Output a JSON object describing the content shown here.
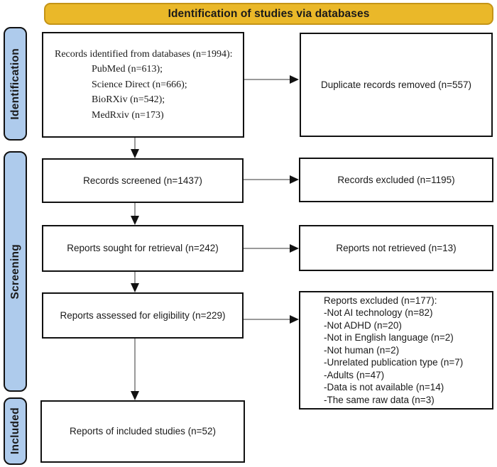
{
  "banner": {
    "label": "Identification of studies via databases"
  },
  "stages": [
    {
      "label": "Identification"
    },
    {
      "label": "Screening"
    },
    {
      "label": "Included"
    }
  ],
  "boxes": {
    "records_identified": {
      "line1": "Records identified from databases (n=1994):",
      "items": [
        "PubMed (n=613);",
        "Science Direct (n=666);",
        "BioRXiv (n=542);",
        "MedRxiv (n=173)"
      ]
    },
    "duplicates_removed": {
      "label": "Duplicate records removed (n=557)"
    },
    "records_screened": {
      "label": "Records screened (n=1437)"
    },
    "records_excluded": {
      "label": "Records excluded (n=1195)"
    },
    "reports_sought": {
      "label": "Reports sought for retrieval (n=242)"
    },
    "reports_not_retrieved": {
      "label": "Reports not retrieved (n=13)"
    },
    "reports_assessed": {
      "label": "Reports assessed for eligibility (n=229)"
    },
    "reports_excluded": {
      "title": "Reports excluded (n=177):",
      "items": [
        "-Not AI technology (n=82)",
        "-Not ADHD (n=20)",
        "-Not in English language (n=2)",
        "-Not human (n=2)",
        "-Unrelated publication type (n=7)",
        "-Adults (n=47)",
        "-Data is not available (n=14)",
        "-The same raw data (n=3)"
      ]
    },
    "included_studies": {
      "label": "Reports of included studies (n=52)"
    }
  },
  "colors": {
    "banner_bg": "#EAB829",
    "stage_bg": "#AECBEC",
    "arrow_line": "#9A9A9A",
    "arrowhead": "#111111",
    "box_border": "#111111"
  }
}
